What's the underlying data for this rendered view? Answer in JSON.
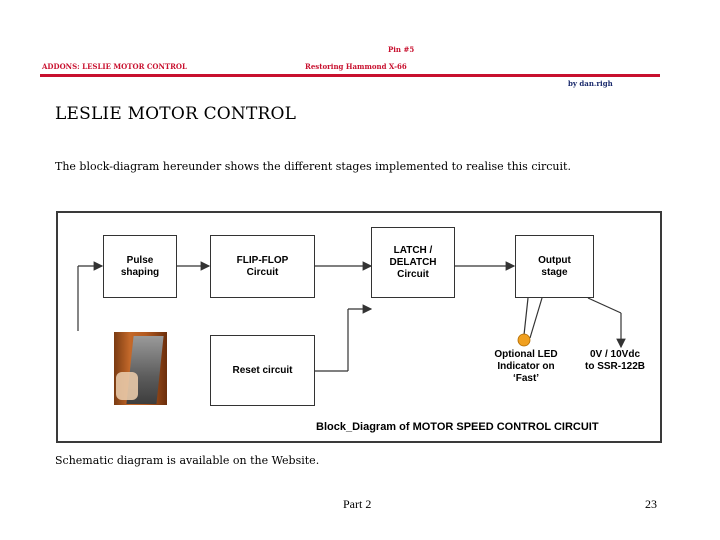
{
  "header": {
    "pin_label": "Pin #5",
    "left_title": "ADDONS: LESLIE MOTOR CONTROL",
    "center_title": "Restoring Hammond X-66",
    "author": "by dan.righ"
  },
  "title": "LESLIE MOTOR CONTROL",
  "intro": "The block-diagram hereunder shows the different stages implemented to realise this circuit.",
  "diagram": {
    "blocks": {
      "pulse": "Pulse\nshaping",
      "flipflop": "FLIP-FLOP\nCircuit",
      "latch": "LATCH /\nDELATCH\nCircuit",
      "output": "Output\nstage",
      "reset": "Reset circuit"
    },
    "led_label": "Optional LED\nIndicator on\n‘Fast’",
    "output_label": "0V / 10Vdc\nto SSR-122B",
    "caption": "Block_Diagram of MOTOR SPEED CONTROL CIRCUIT",
    "colors": {
      "led": "#f0a020",
      "border": "#3a3a3a"
    }
  },
  "schematic_note": "Schematic diagram is available on the Website.",
  "footer": {
    "part": "Part 2",
    "page": "23"
  }
}
